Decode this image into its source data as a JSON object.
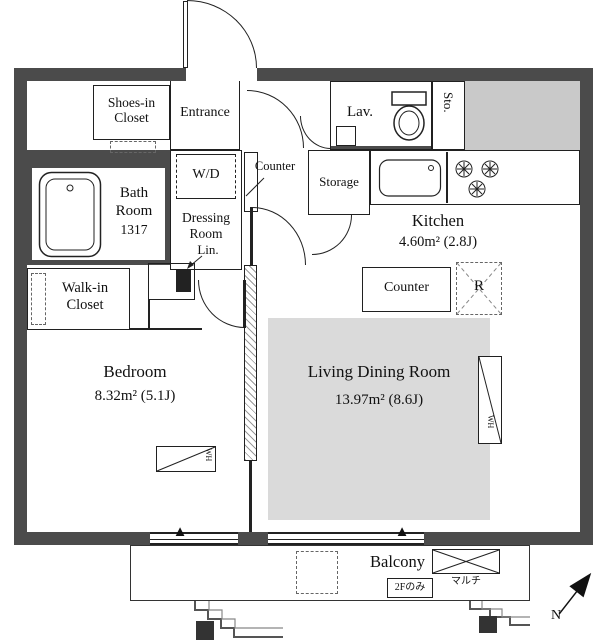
{
  "labels": {
    "shoes1": "Shoes-in",
    "shoes2": "Closet",
    "entrance": "Entrance",
    "lav": "Lav.",
    "sto": "Sto.",
    "wd": "W/D",
    "hall_counter": "Counter",
    "storage": "Storage",
    "bath1": "Bath",
    "bath2": "Room",
    "bath3": "1317",
    "dressing1": "Dressing",
    "dressing2": "Room",
    "lin": "Lin.",
    "kitchen": "Kitchen",
    "kitchen_area": "4.60m² (2.8J)",
    "kitchen_counter": "Counter",
    "fridge": "R",
    "walkin1": "Walk-in",
    "walkin2": "Closet",
    "bedroom": "Bedroom",
    "bedroom_area": "8.32m² (5.1J)",
    "ldr": "Living Dining Room",
    "ldr_area": "13.97m² (8.6J)",
    "wh_bedroom": "WH",
    "wh_ldr": "WH",
    "balcony": "Balcony",
    "multi": "マルチ",
    "floor_note": "2Fのみ",
    "north": "N"
  },
  "markers": {
    "triangle": "▲"
  },
  "colors": {
    "wall": "#4b4b4b",
    "floor_gray": "#dadada",
    "line": "#202020"
  }
}
